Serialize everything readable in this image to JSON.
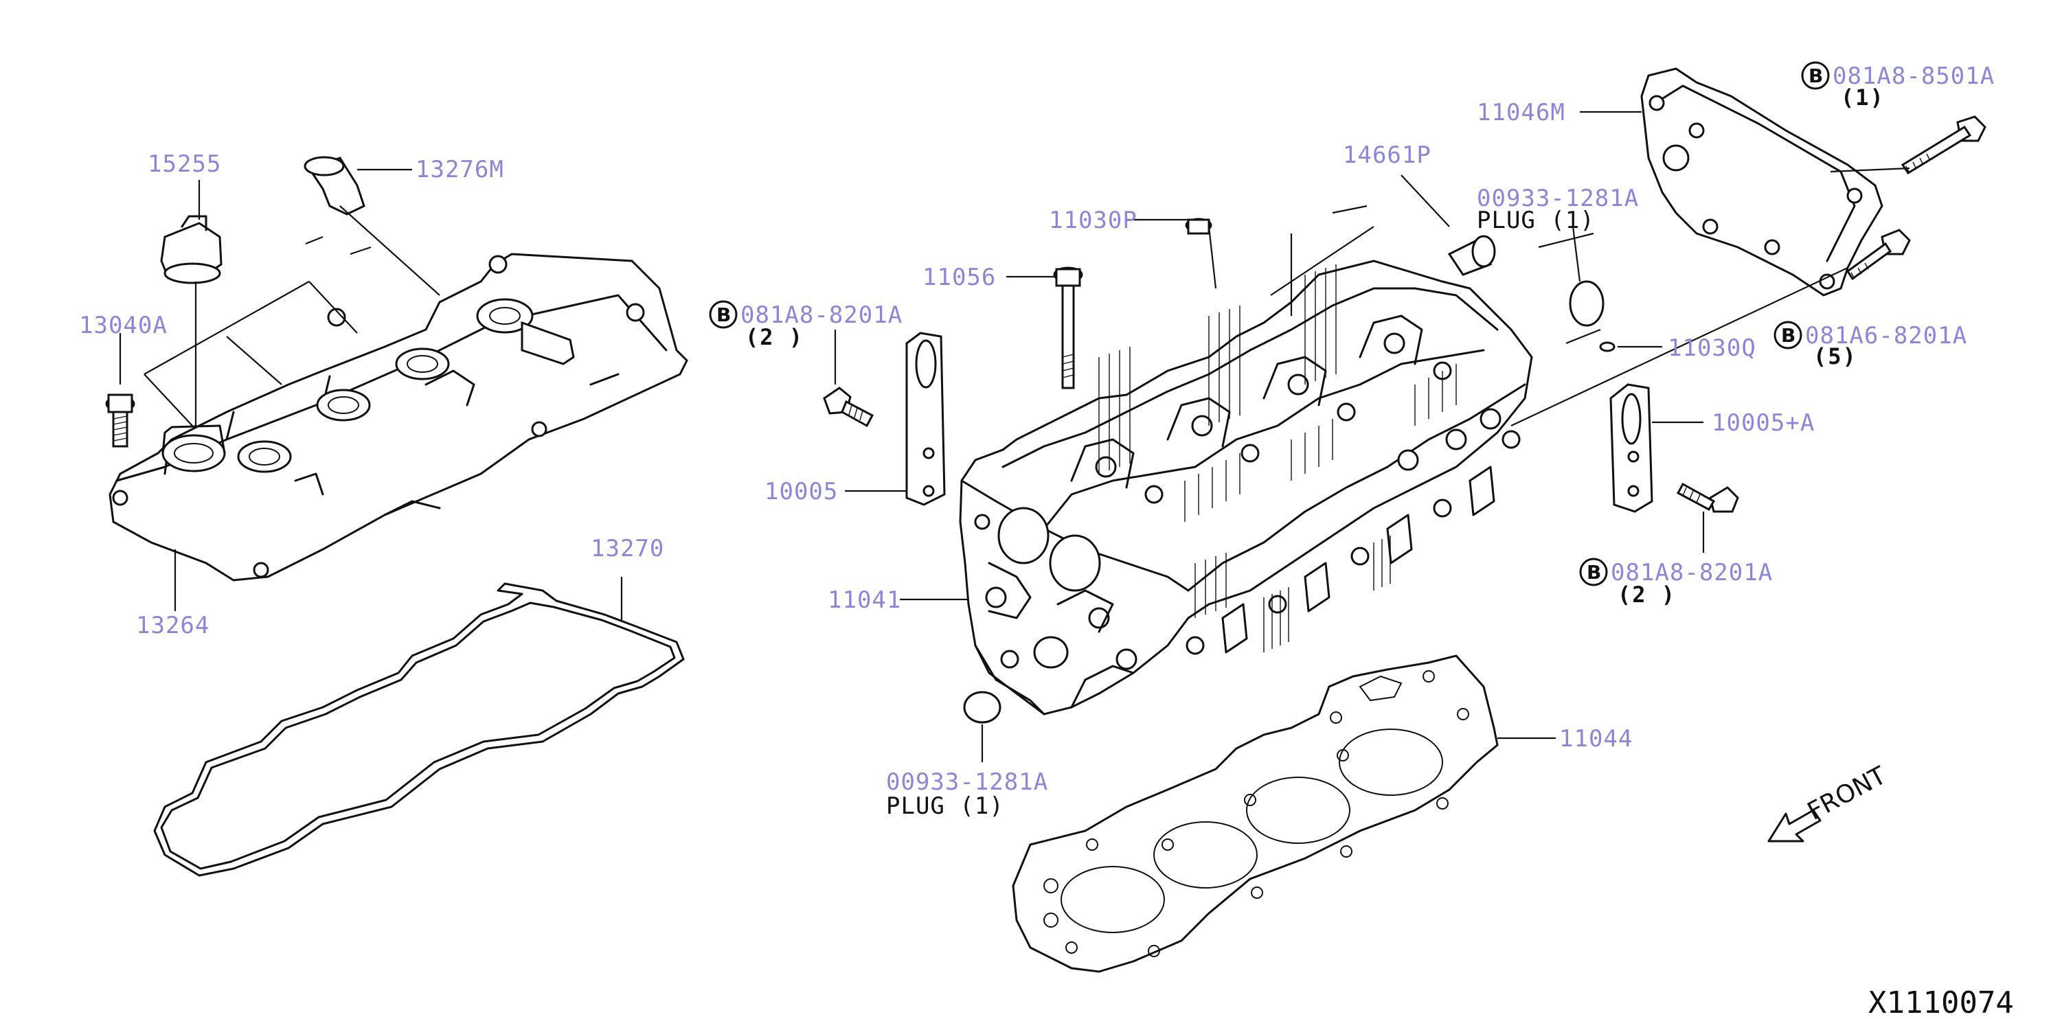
{
  "diagram_id": "X1110074",
  "front_label": "FRONT",
  "bolt_badge": "B",
  "parts": {
    "p15255": "15255",
    "p13276M": "13276M",
    "p13040A": "13040A",
    "p13264": "13264",
    "p13270": "13270",
    "p11030P": "11030P",
    "p11056": "11056",
    "p14661P": "14661P",
    "p00933_top": "00933-1281A",
    "p11046M": "11046M",
    "p081A8_8501A": "081A8-8501A",
    "p081A8_8201A_left": "081A8-8201A",
    "p081A6_8201A": "081A6-8201A",
    "p11030Q": "11030Q",
    "p10005A": "10005+A",
    "p081A8_8201A_right": "081A8-8201A",
    "p10005": "10005",
    "p11041": "11041",
    "p00933_bottom": "00933-1281A",
    "p11044": "11044"
  },
  "notes": {
    "plug_top": "PLUG (1)",
    "plug_bottom": "PLUG (1)",
    "qty_8501A": "(1)",
    "qty_8201A_left": "(2 )",
    "qty_8201A_right": "(2 )",
    "qty_6_8201A": "(5)"
  },
  "colors": {
    "part_number": "#8b86d6",
    "line": "#111111",
    "background": "#ffffff"
  }
}
